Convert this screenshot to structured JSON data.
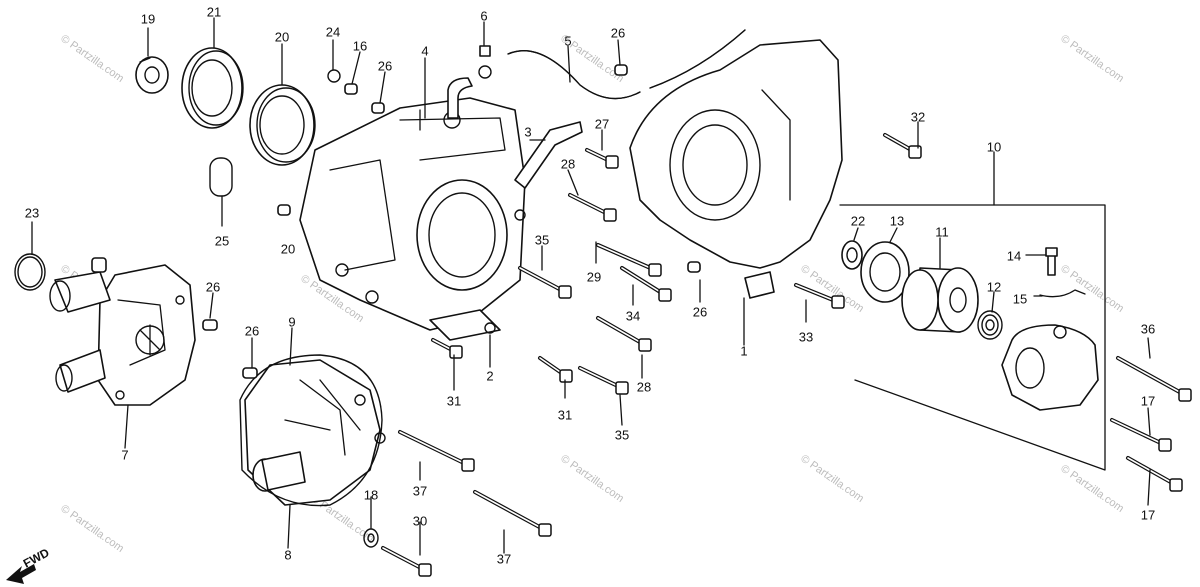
{
  "watermark": "© Partzilla.com",
  "direction_label": "FWD",
  "callouts": [
    "19",
    "21",
    "20",
    "24",
    "16",
    "26",
    "4",
    "6",
    "5",
    "26",
    "3",
    "27",
    "28",
    "32",
    "10",
    "22",
    "13",
    "11",
    "14",
    "12",
    "15",
    "36",
    "23",
    "25",
    "26",
    "35",
    "29",
    "34",
    "26",
    "33",
    "1",
    "9",
    "26",
    "2",
    "31",
    "31",
    "28",
    "35",
    "17",
    "17",
    "7",
    "37",
    "18",
    "30",
    "8",
    "37",
    "20"
  ]
}
